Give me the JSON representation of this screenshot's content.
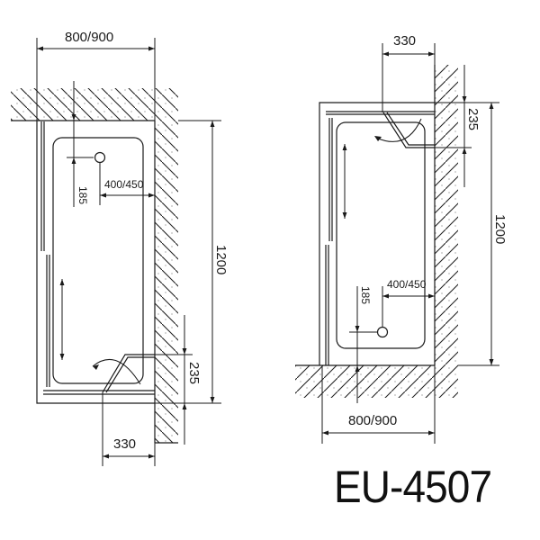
{
  "model_label": "EU-4507",
  "colors": {
    "line": "#1a1a1a",
    "background": "#ffffff",
    "hatch": "#1a1a1a"
  },
  "left_view": {
    "width_dim": "800/900",
    "depth_dim": "1200",
    "seat_depth_dim": "235",
    "seat_width_dim": "330",
    "drain_offset_dim": "400/450",
    "drain_from_wall_dim": "185",
    "orientation": "seat bottom-right, drain top"
  },
  "right_view": {
    "width_dim": "800/900",
    "depth_dim": "1200",
    "seat_depth_dim": "235",
    "seat_width_dim": "330",
    "drain_offset_dim": "400/450",
    "drain_from_wall_dim": "185",
    "orientation": "seat top-right, drain bottom"
  }
}
